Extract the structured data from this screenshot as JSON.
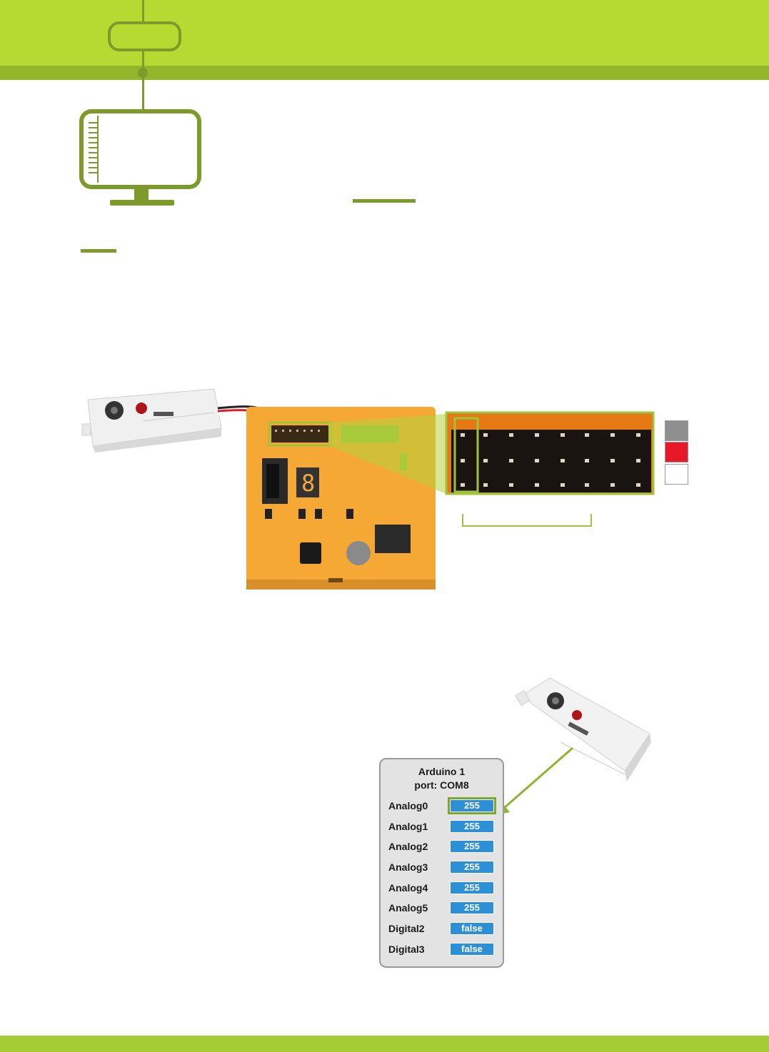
{
  "panel": {
    "title": "Arduino 1",
    "port": "port: COM8",
    "rows": [
      {
        "label": "Analog0",
        "value": "255"
      },
      {
        "label": "Analog1",
        "value": "255"
      },
      {
        "label": "Analog2",
        "value": "255"
      },
      {
        "label": "Analog3",
        "value": "255"
      },
      {
        "label": "Analog4",
        "value": "255"
      },
      {
        "label": "Analog5",
        "value": "255"
      },
      {
        "label": "Digital2",
        "value": "false"
      },
      {
        "label": "Digital3",
        "value": "false"
      }
    ]
  },
  "legend": {
    "colors": [
      "#8f8f8f",
      "#e8182a",
      "#ffffff"
    ]
  },
  "theme": {
    "header_green": "#b5db32",
    "strip_green": "#93b52a",
    "accent_green": "#7e9a2a",
    "board_orange": "#f5a833",
    "value_blue": "#2d8fd6"
  },
  "icons": [
    "monitor-icon",
    "arrow-icon"
  ]
}
